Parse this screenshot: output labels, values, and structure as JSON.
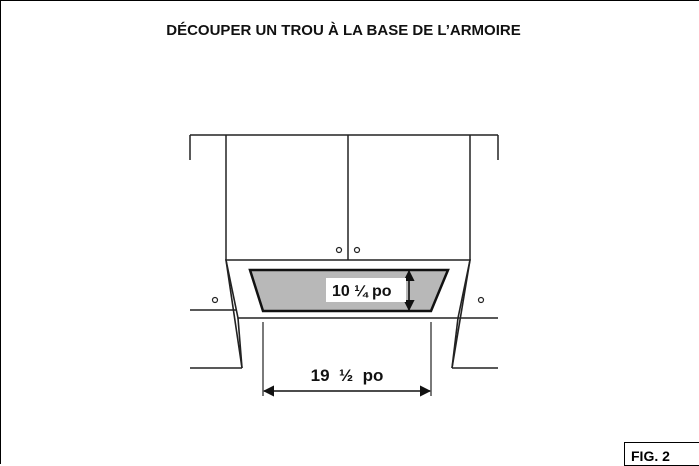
{
  "title": "DÉCOUPER UN TROU À LA BASE DE L’ARMOIRE",
  "figure_label": "FIG. 2",
  "dimensions": {
    "height_label": "10 ¼ po",
    "width_label": "19  ½  po"
  },
  "colors": {
    "line": "#222222",
    "hole_fill": "#b8b8b8",
    "cabinet_fill": "#ffffff"
  }
}
